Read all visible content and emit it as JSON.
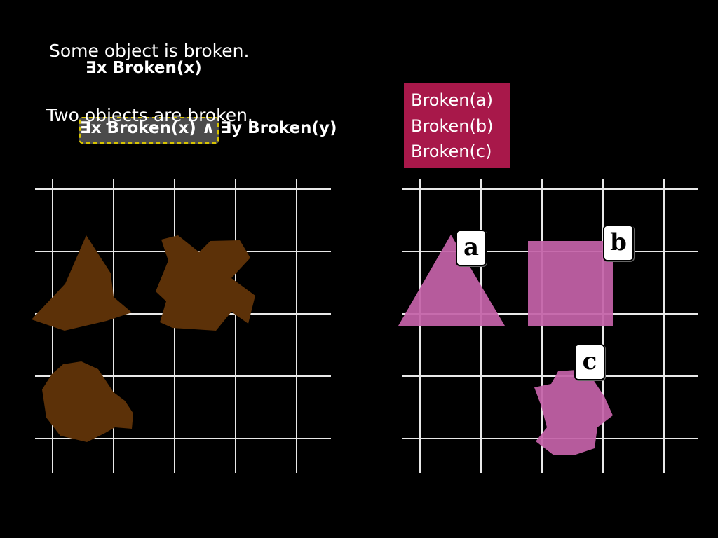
{
  "statements": {
    "line1_text": "Some object is broken.",
    "line1_formula": "∃x Broken(x)",
    "line2_text": "Two objects are broken.",
    "line2_formula_part1": "∃x Broken(x)",
    "line2_formula_part2": " ∧ ∃y Broken(y)"
  },
  "facts": {
    "items": [
      "Broken(a)",
      "Broken(b)",
      "Broken(c)"
    ],
    "bg_color": "#a8184a"
  },
  "shapes": {
    "broken_color": "#5c3108",
    "labeled_color": "#c462a8"
  },
  "labels": {
    "a": "a",
    "b": "b",
    "c": "c"
  }
}
